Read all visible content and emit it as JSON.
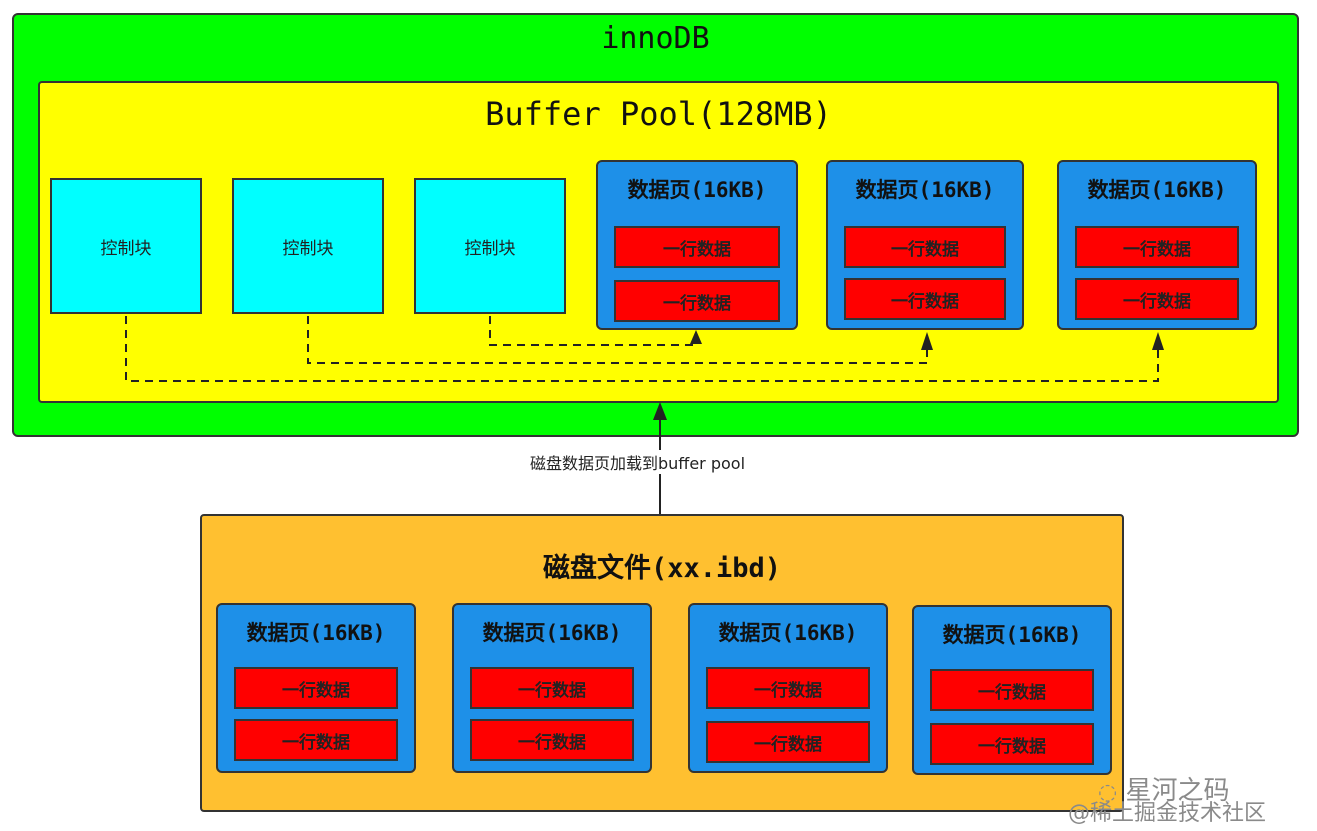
{
  "innodb": {
    "title": "innoDB"
  },
  "buffer_pool": {
    "title": "Buffer Pool(128MB)",
    "control_blocks": [
      "控制块",
      "控制块",
      "控制块"
    ],
    "pages": [
      {
        "title": "数据页(16KB)",
        "rows": [
          "一行数据",
          "一行数据"
        ]
      },
      {
        "title": "数据页(16KB)",
        "rows": [
          "一行数据",
          "一行数据"
        ]
      },
      {
        "title": "数据页(16KB)",
        "rows": [
          "一行数据",
          "一行数据"
        ]
      }
    ]
  },
  "load_arrow": {
    "label": "磁盘数据页加载到buffer pool"
  },
  "disk_file": {
    "title": "磁盘文件(xx.ibd)",
    "pages": [
      {
        "title": "数据页(16KB)",
        "rows": [
          "一行数据",
          "一行数据"
        ]
      },
      {
        "title": "数据页(16KB)",
        "rows": [
          "一行数据",
          "一行数据"
        ]
      },
      {
        "title": "数据页(16KB)",
        "rows": [
          "一行数据",
          "一行数据"
        ]
      },
      {
        "title": "数据页(16KB)",
        "rows": [
          "一行数据",
          "一行数据"
        ]
      }
    ]
  },
  "watermark": {
    "brand": "星河之码",
    "site": "@稀土掘金技术社区"
  }
}
